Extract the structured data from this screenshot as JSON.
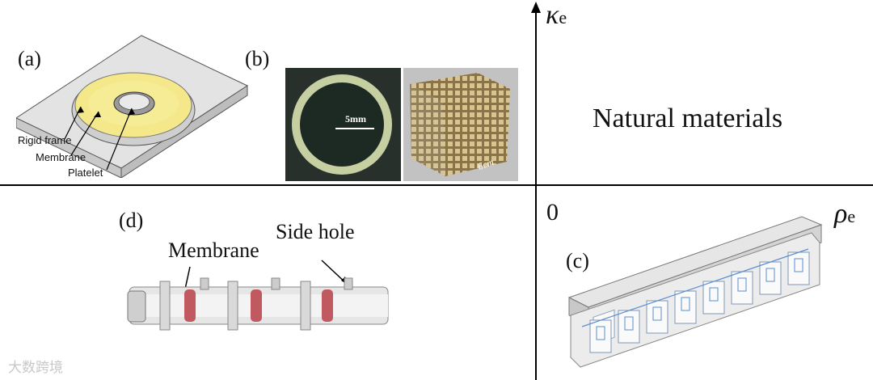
{
  "axes": {
    "y_symbol": "κ",
    "y_subscript": "e",
    "x_symbol": "ρ",
    "x_subscript": "e",
    "origin": "0"
  },
  "quadrant_text": "Natural materials",
  "panels": {
    "a": {
      "label": "(a)",
      "callouts": [
        "Rigid frame",
        "Membrane",
        "Platelet"
      ],
      "colors": {
        "membrane": "#f4e88a",
        "frame": "#d7d7d7"
      }
    },
    "b": {
      "label": "(b)",
      "scalebar_left": "5mm",
      "scalebar_right": "6cm"
    },
    "c": {
      "label": "(c)"
    },
    "d": {
      "label": "(d)",
      "callouts": [
        "Membrane",
        "Side hole"
      ],
      "colors": {
        "membrane": "#c05a60"
      }
    }
  },
  "watermark": "大数跨境"
}
